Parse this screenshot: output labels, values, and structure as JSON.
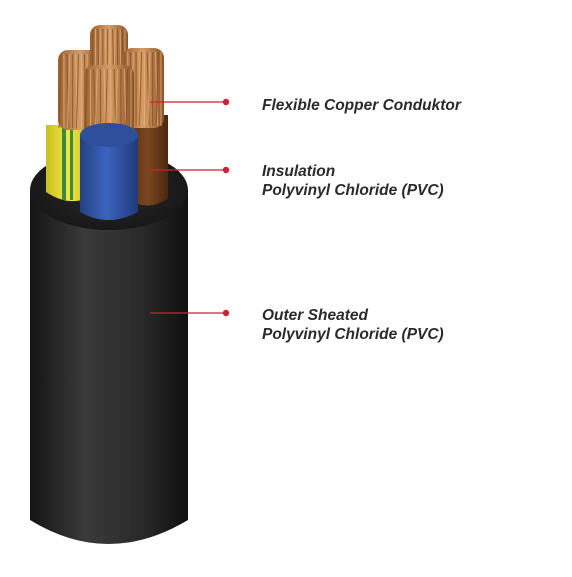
{
  "labels": {
    "conductor": {
      "line1": "Flexible Copper Conduktor"
    },
    "insulation": {
      "line1": "Insulation",
      "line2": "Polyvinyl Chloride (PVC)"
    },
    "sheath": {
      "line1": "Outer Sheated",
      "line2": "Polyvinyl Chloride (PVC)"
    }
  },
  "colors": {
    "copper": "#c98a55",
    "copper_dark": "#8e5a31",
    "insulation_blue": "#3a5fb8",
    "insulation_brown": "#6e3f1c",
    "insulation_yellow": "#e6dd3a",
    "insulation_green": "#3c8a3a",
    "outer_sheath": "#2e2e2e",
    "leader_line": "#cc2233"
  }
}
